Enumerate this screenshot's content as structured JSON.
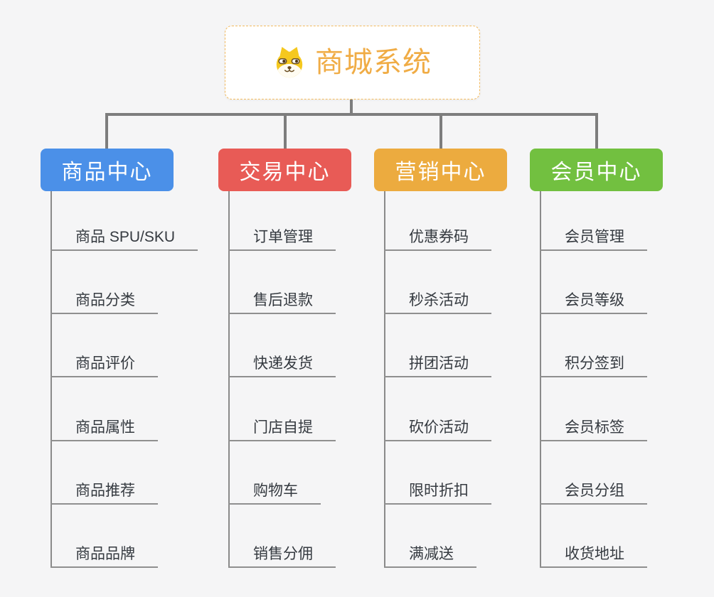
{
  "page": {
    "background": "#f5f5f6",
    "connector_color": "#7d7d7d"
  },
  "root": {
    "title": "商城系统",
    "icon": "dog-face-icon",
    "text_color": "#f0ac45",
    "border_color": "#f3ba5e"
  },
  "branches": [
    {
      "label": "商品中心",
      "color": "#4b90e8",
      "items": [
        "商品 SPU/SKU",
        "商品分类",
        "商品评价",
        "商品属性",
        "商品推荐",
        "商品品牌"
      ]
    },
    {
      "label": "交易中心",
      "color": "#e85b56",
      "items": [
        "订单管理",
        "售后退款",
        "快递发货",
        "门店自提",
        "购物车",
        "销售分佣"
      ]
    },
    {
      "label": "营销中心",
      "color": "#ecab3f",
      "items": [
        "优惠券码",
        "秒杀活动",
        "拼团活动",
        "砍价活动",
        "限时折扣",
        "满减送"
      ]
    },
    {
      "label": "会员中心",
      "color": "#72c040",
      "items": [
        "会员管理",
        "会员等级",
        "积分签到",
        "会员标签",
        "会员分组",
        "收货地址"
      ]
    }
  ]
}
